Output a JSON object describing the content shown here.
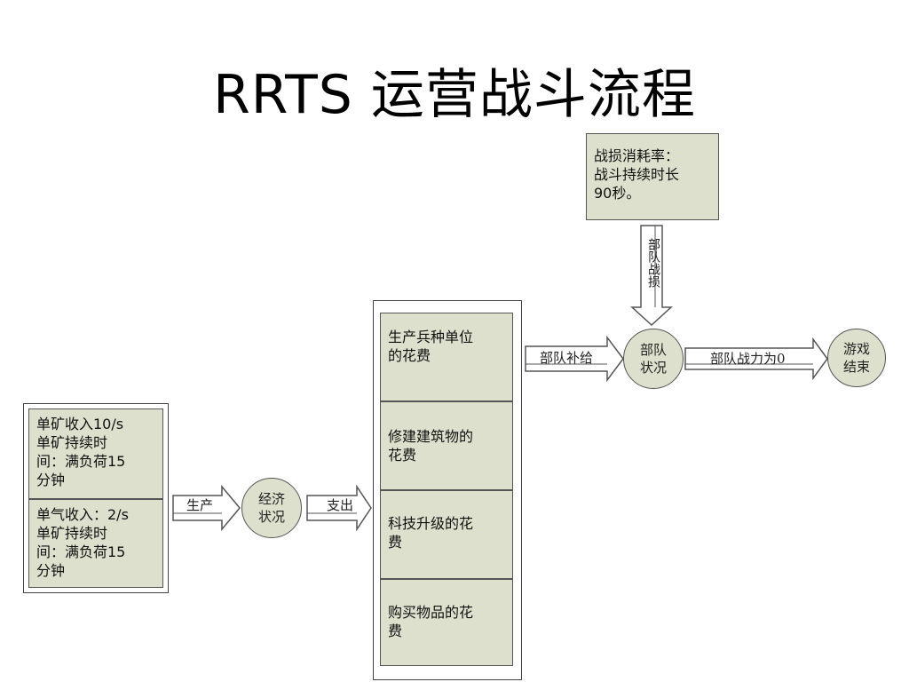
{
  "title": "RRTS 运营战斗流程",
  "resource_boxes": {
    "mineral": [
      "单矿收入10/s",
      "单矿持续时",
      "间：满负荷15",
      "分钟"
    ],
    "gas": [
      "单气收入：2/s",
      "单矿持续时",
      "间：满负荷15",
      "分钟"
    ]
  },
  "nodes": {
    "economy": [
      "经济",
      "状况"
    ],
    "troop_status": [
      "部队",
      "状况"
    ],
    "game_over": [
      "游戏",
      "结束"
    ]
  },
  "spend_items": {
    "units": [
      "生产兵种单位",
      "的花费"
    ],
    "buildings": [
      "修建建筑物的",
      "花费"
    ],
    "tech": [
      "科技升级的花",
      "费"
    ],
    "items": [
      "购买物品的花",
      "费"
    ]
  },
  "loss_box": [
    "战损消耗率：",
    "战斗持续时长",
    "90秒。"
  ],
  "arrow_labels": {
    "produce": "生产",
    "expense": "支出",
    "reinforce": "部队补给",
    "combat_loss": "部队战损",
    "troop_zero": "部队战力为0"
  },
  "colors": {
    "fill": "#dde0cd",
    "stroke": "#555555"
  }
}
